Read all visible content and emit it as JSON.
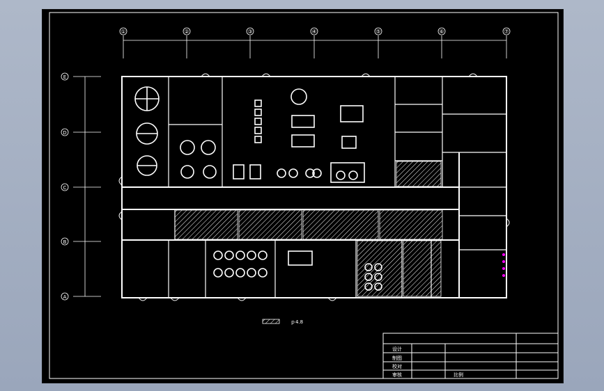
{
  "colors": {
    "background": "#a9b3c5",
    "sheet": "#000000",
    "lines": "#ffffff",
    "hatch": "#ffffff",
    "accent": "#ff00ff"
  },
  "grid": {
    "columns": [
      "①",
      "②",
      "③",
      "④",
      "⑤",
      "⑥",
      "⑦"
    ],
    "rows": [
      "E",
      "D",
      "C",
      "B",
      "A"
    ]
  },
  "legend": {
    "label": "ｐ4.8"
  },
  "title_block": {
    "left_labels": [
      "设计",
      "制图",
      "校对",
      "审核"
    ],
    "bottom_right": "比例"
  }
}
